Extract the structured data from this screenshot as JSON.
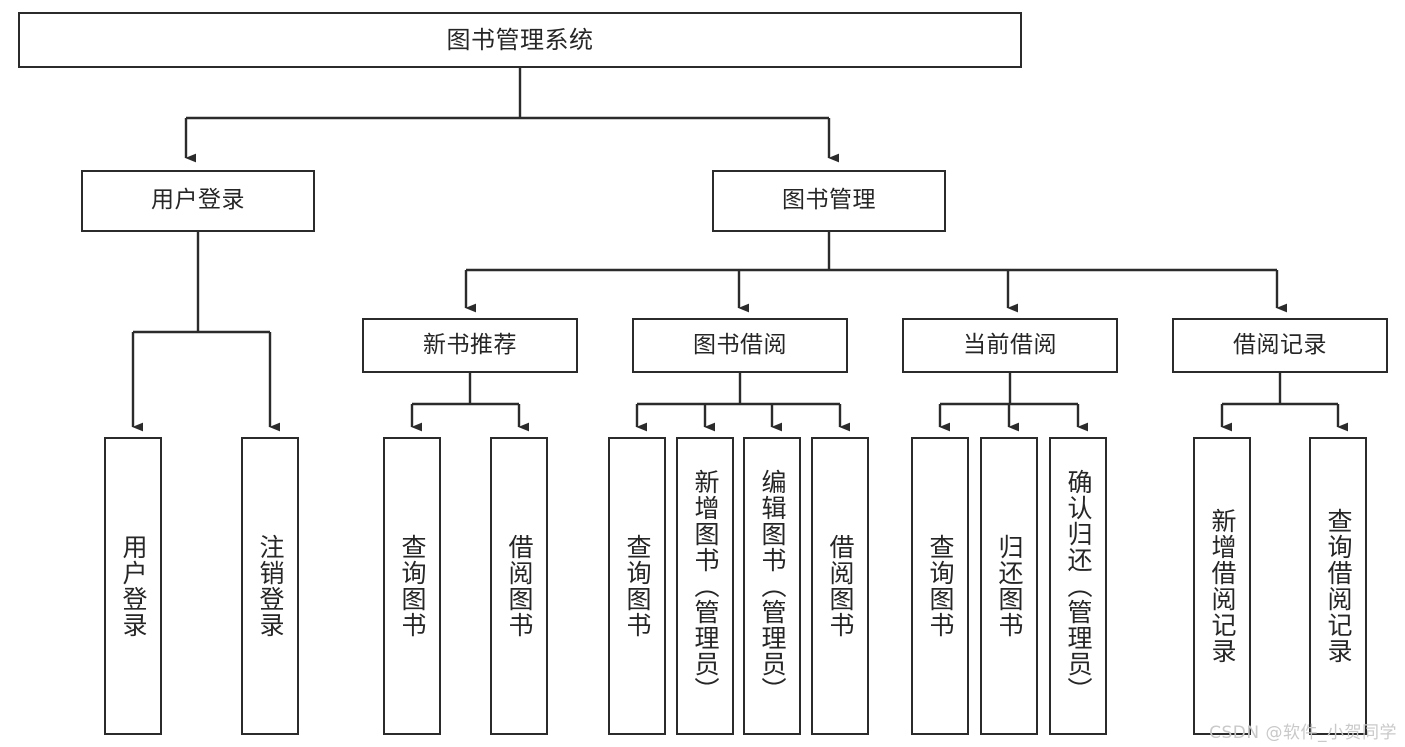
{
  "diagram": {
    "title": "图书管理系统",
    "type": "tree-hierarchy",
    "watermark": "CSDN @软件_小贺同学",
    "colors": {
      "box_border": "#2b2b2b",
      "box_fill": "#ffffff",
      "connector": "#2b2b2b",
      "text": "#262626",
      "watermark": "#c9c9c9",
      "background": "#ffffff"
    },
    "nodes": {
      "root": {
        "label": "图书管理系统"
      },
      "level2": [
        {
          "id": "user-login",
          "label": "用户登录"
        },
        {
          "id": "book-management",
          "label": "图书管理"
        }
      ],
      "level3": [
        {
          "id": "new-book-recommend",
          "label": "新书推荐"
        },
        {
          "id": "book-borrow",
          "label": "图书借阅"
        },
        {
          "id": "current-borrow",
          "label": "当前借阅"
        },
        {
          "id": "borrow-record",
          "label": "借阅记录"
        }
      ],
      "leaves": {
        "user-login": [
          {
            "id": "leaf-user-login",
            "label": "用户登录"
          },
          {
            "id": "leaf-logout-login",
            "label": "注销登录"
          }
        ],
        "new-book-recommend": [
          {
            "id": "leaf-query-book-1",
            "label": "查询图书"
          },
          {
            "id": "leaf-borrow-book-1",
            "label": "借阅图书"
          }
        ],
        "book-borrow": [
          {
            "id": "leaf-query-book-2",
            "label": "查询图书"
          },
          {
            "id": "leaf-add-book",
            "label": "新增图书（管理员）"
          },
          {
            "id": "leaf-edit-book",
            "label": "编辑图书（管理员）"
          },
          {
            "id": "leaf-borrow-book-2",
            "label": "借阅图书"
          }
        ],
        "current-borrow": [
          {
            "id": "leaf-query-book-3",
            "label": "查询图书"
          },
          {
            "id": "leaf-return-book",
            "label": "归还图书"
          },
          {
            "id": "leaf-confirm-return",
            "label": "确认归还（管理员）"
          }
        ],
        "borrow-record": [
          {
            "id": "leaf-add-record",
            "label": "新增借阅记录"
          },
          {
            "id": "leaf-query-record",
            "label": "查询借阅记录"
          }
        ]
      }
    }
  }
}
